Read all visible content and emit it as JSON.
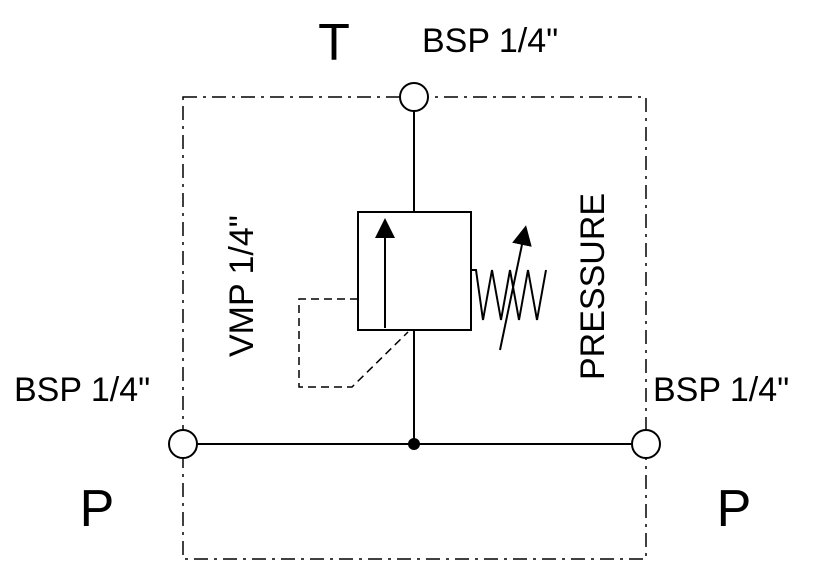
{
  "ports": {
    "top": {
      "letter": "T",
      "thread": "BSP 1/4\""
    },
    "left": {
      "letter": "P",
      "thread": "BSP 1/4\""
    },
    "right": {
      "letter": "P",
      "thread": "BSP 1/4\""
    }
  },
  "valve": {
    "model": "VMP 1/4\"",
    "function": "PRESSURE"
  }
}
